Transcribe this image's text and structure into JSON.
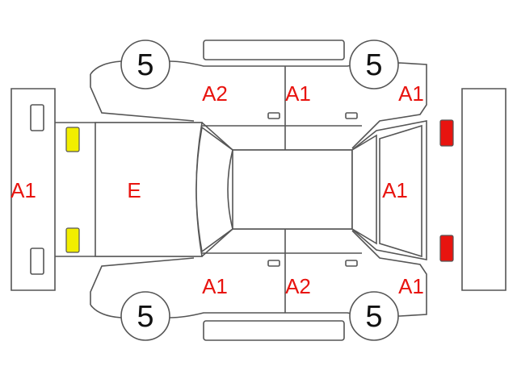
{
  "colors": {
    "code_text": "#e8140f",
    "outline": "#555555",
    "headlight": "#f2ee00",
    "taillight": "#e8140f"
  },
  "tires": {
    "front_top": "5",
    "rear_top": "5",
    "front_bottom": "5",
    "rear_bottom": "5"
  },
  "codes": {
    "front_bumper": "A1",
    "hood": "E",
    "front_left_door": "A2",
    "rear_left_door": "A1",
    "rear_left_quarter": "A1",
    "trunk": "A1",
    "front_right_door": "A1",
    "rear_right_door": "A2",
    "rear_right_quarter": "A1"
  }
}
